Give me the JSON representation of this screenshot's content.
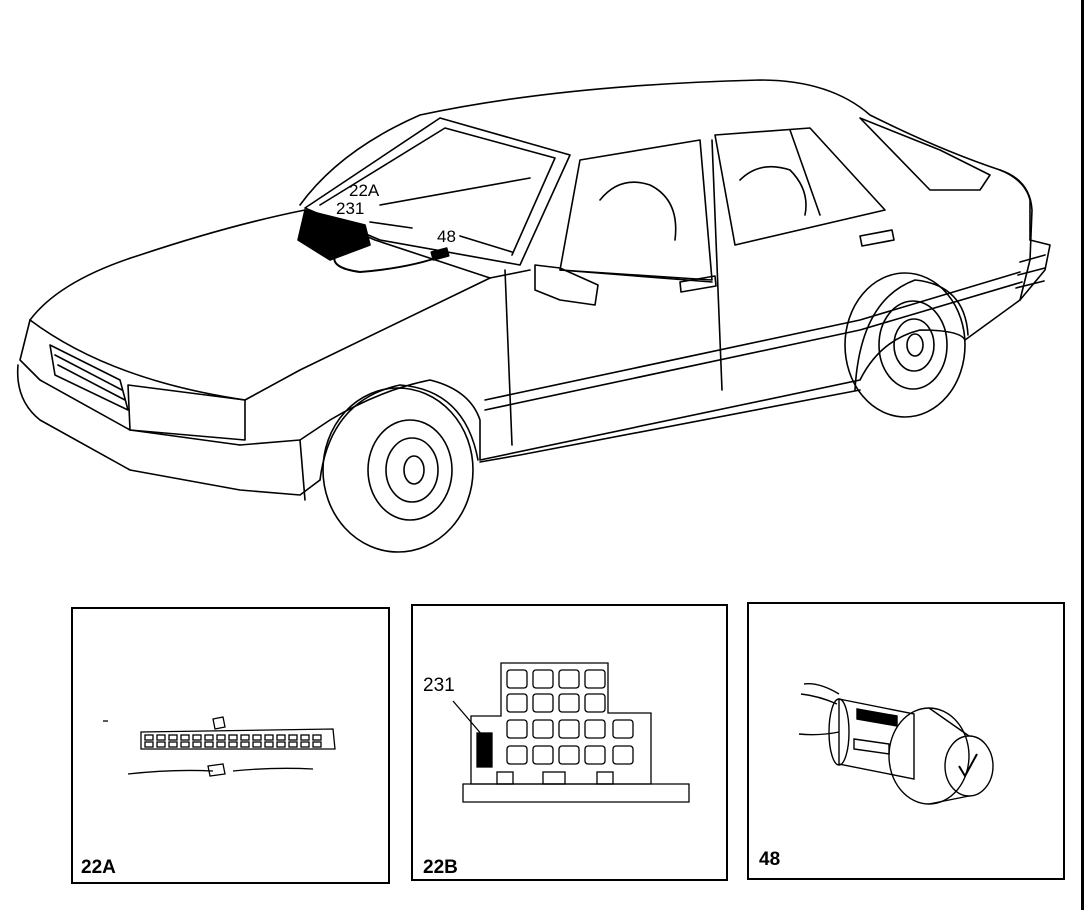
{
  "diagram": {
    "callouts": {
      "connector_22a": "22A",
      "connector_231": "231",
      "cigar_lighter_48": "48"
    },
    "panels": [
      {
        "label": "22A"
      },
      {
        "label": "22B",
        "callout": "231"
      },
      {
        "label": "48"
      }
    ]
  }
}
